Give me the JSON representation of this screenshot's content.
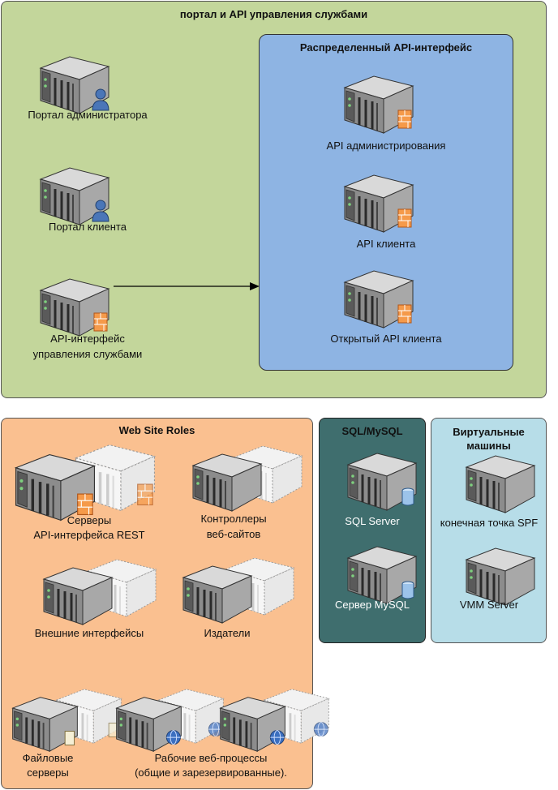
{
  "top_group": {
    "title": "портал и API управления службами"
  },
  "api_group": {
    "title": "Распределенный API-интерфейс",
    "items": [
      {
        "label": "API администрирования"
      },
      {
        "label": "API клиента"
      },
      {
        "label": "Открытый API клиента"
      }
    ]
  },
  "portals": [
    {
      "label": "Портал администратора"
    },
    {
      "label": "Портал клиента"
    },
    {
      "label_line1": "API-интерфейс",
      "label_line2": "управления службами"
    }
  ],
  "web_group": {
    "title": "Web Site Roles",
    "rest": {
      "line1": "Серверы",
      "line2": "API-интерфейса REST"
    },
    "controllers": {
      "line1": "Контроллеры",
      "line2": "веб-сайтов"
    },
    "frontends": {
      "label": "Внешние интерфейсы"
    },
    "publishers": {
      "label": "Издатели"
    },
    "file_servers": {
      "line1": "Файловые",
      "line2": "серверы"
    },
    "workers": {
      "line1": "Рабочие веб-процессы",
      "line2": "(общие и зарезервированные)."
    }
  },
  "sql_group": {
    "title": "SQL/MySQL",
    "items": [
      {
        "label": "SQL Server"
      },
      {
        "label": "Сервер MySQL"
      }
    ]
  },
  "vm_group": {
    "title_line1": "Виртуальные",
    "title_line2": "машины",
    "items": [
      {
        "label": "конечная точка SPF"
      },
      {
        "label": "VMM Server"
      }
    ]
  }
}
